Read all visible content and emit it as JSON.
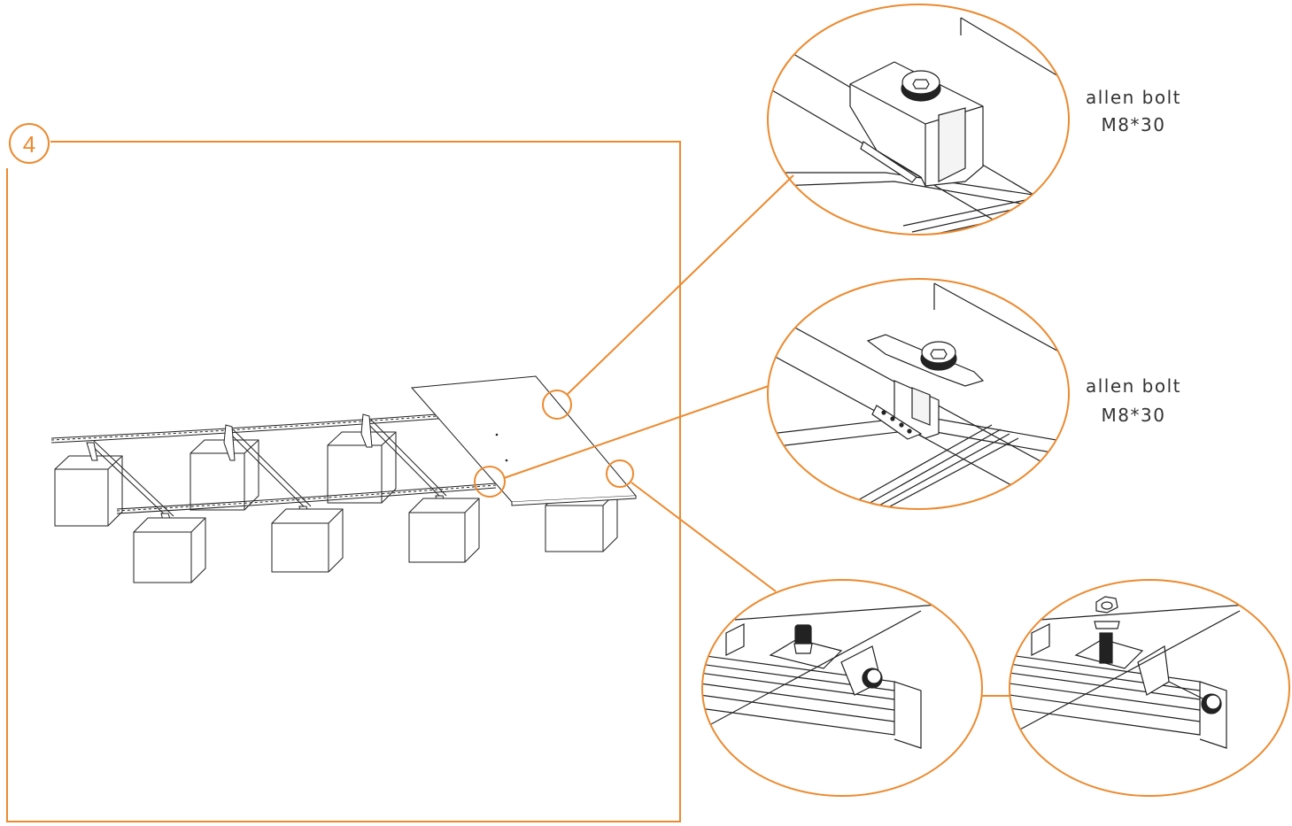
{
  "colors": {
    "accent": "#ec8a2f",
    "line": "#222222",
    "text": "#333333"
  },
  "step": {
    "number": "4"
  },
  "callouts": [
    {
      "name": "detail-top",
      "line1": "allen bolt",
      "line2": "M8*30"
    },
    {
      "name": "detail-middle",
      "line1": "allen bolt",
      "line2": "M8*30"
    },
    {
      "name": "detail-bottom-left",
      "line1": "",
      "line2": ""
    },
    {
      "name": "detail-bottom-right",
      "line1": "",
      "line2": ""
    }
  ]
}
